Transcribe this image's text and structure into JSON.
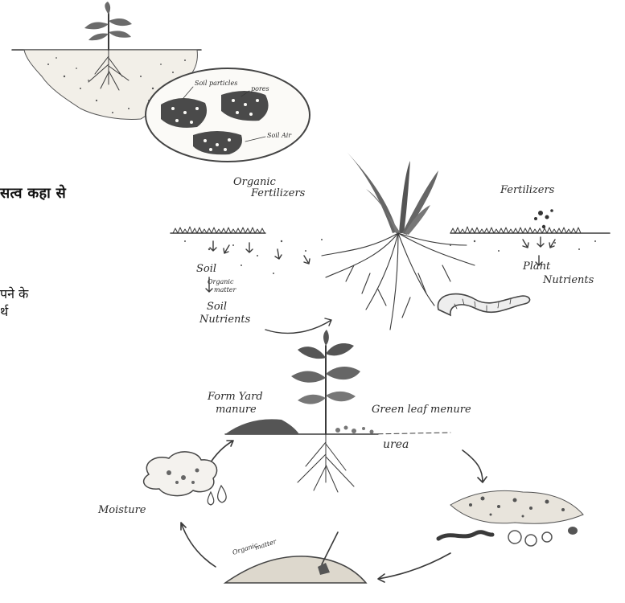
{
  "intro_text": {
    "heading_fragment": "सत्व कहा से",
    "line1_fragment": "पने के",
    "line2_fragment": "र्थ"
  },
  "panel_soil_structure": {
    "labels": [
      "Soil particles",
      "pores",
      "Soil Air"
    ]
  },
  "panel_nutrients": {
    "labels": {
      "organic_fertilizers": [
        "Organic",
        "Fertilizers"
      ],
      "fertilizers": "Fertilizers",
      "soil": "Soil",
      "organic_matter": [
        "Organic",
        "matter"
      ],
      "soil_nutrients": [
        "Soil",
        "Nutrients"
      ],
      "plant_nutrients": [
        "Plant",
        "Nutrients"
      ]
    }
  },
  "panel_cycle": {
    "labels": {
      "farm_yard_manure": [
        "Form Yard",
        "manure"
      ],
      "green_leaf_manure": "Green leaf menure",
      "urea": "urea",
      "moisture": "Moisture",
      "organic_matter": [
        "Organic",
        "matter"
      ]
    }
  }
}
